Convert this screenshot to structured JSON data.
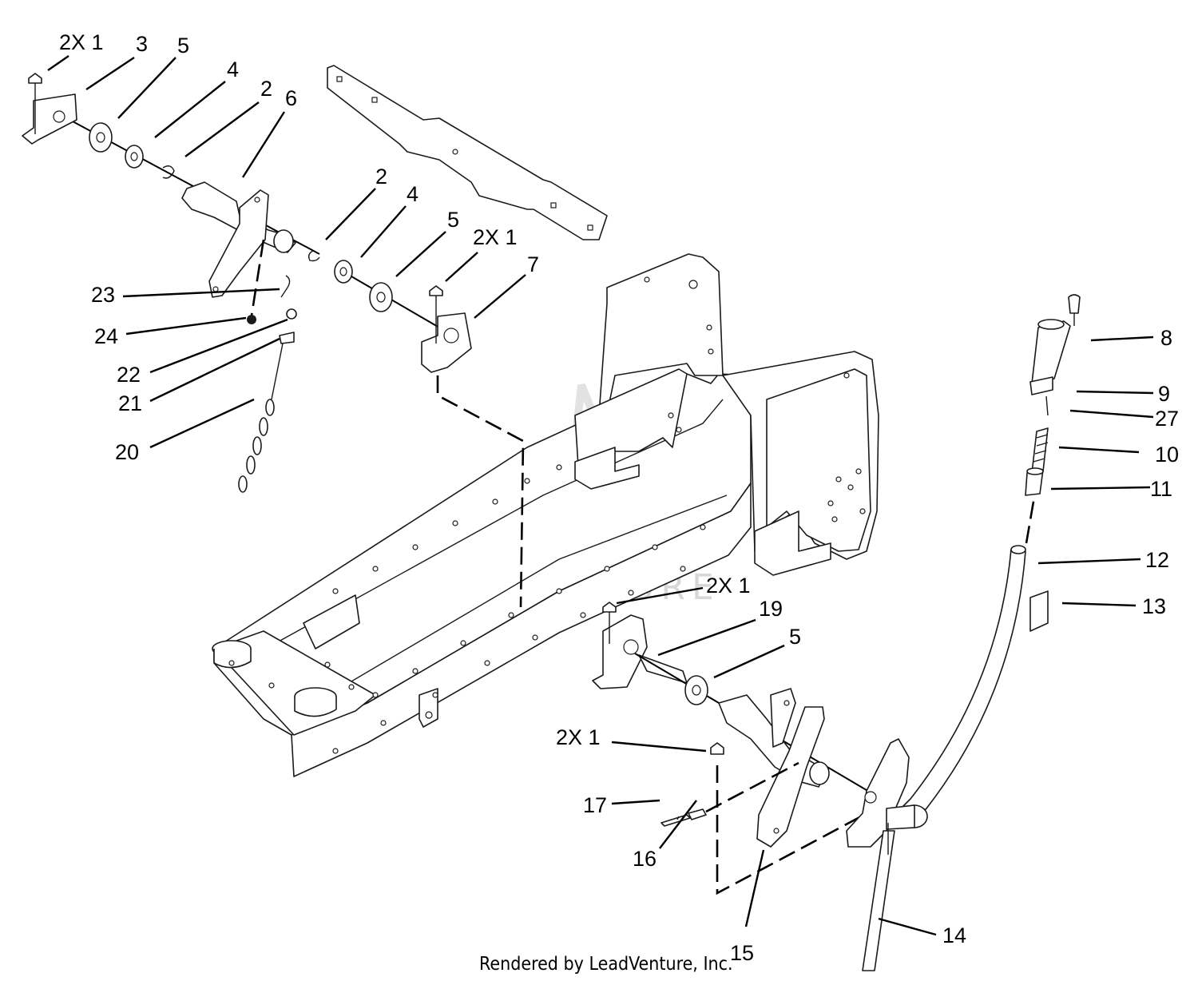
{
  "callouts": [
    {
      "id": "c-2x1-a",
      "text": "2X 1"
    },
    {
      "id": "c-3",
      "text": "3"
    },
    {
      "id": "c-5-a",
      "text": "5"
    },
    {
      "id": "c-4-a",
      "text": "4"
    },
    {
      "id": "c-2-a",
      "text": "2"
    },
    {
      "id": "c-6",
      "text": "6"
    },
    {
      "id": "c-2-b",
      "text": "2"
    },
    {
      "id": "c-4-b",
      "text": "4"
    },
    {
      "id": "c-5-b",
      "text": "5"
    },
    {
      "id": "c-2x1-b",
      "text": "2X 1"
    },
    {
      "id": "c-7",
      "text": "7"
    },
    {
      "id": "c-23",
      "text": "23"
    },
    {
      "id": "c-24",
      "text": "24"
    },
    {
      "id": "c-22",
      "text": "22"
    },
    {
      "id": "c-21",
      "text": "21"
    },
    {
      "id": "c-20",
      "text": "20"
    },
    {
      "id": "c-8",
      "text": "8"
    },
    {
      "id": "c-9",
      "text": "9"
    },
    {
      "id": "c-27",
      "text": "27"
    },
    {
      "id": "c-10",
      "text": "10"
    },
    {
      "id": "c-11",
      "text": "11"
    },
    {
      "id": "c-12",
      "text": "12"
    },
    {
      "id": "c-13",
      "text": "13"
    },
    {
      "id": "c-2x1-c",
      "text": "2X 1"
    },
    {
      "id": "c-19",
      "text": "19"
    },
    {
      "id": "c-5-c",
      "text": "5"
    },
    {
      "id": "c-2x1-d",
      "text": "2X 1"
    },
    {
      "id": "c-17",
      "text": "17"
    },
    {
      "id": "c-16",
      "text": "16"
    },
    {
      "id": "c-15",
      "text": "15"
    },
    {
      "id": "c-14",
      "text": "14"
    }
  ],
  "watermark": "LEADVENTURE",
  "credit": "Rendered by LeadVenture, Inc.",
  "colors": {
    "line": "#1a1a1a",
    "watermark": "#d8d8d8",
    "background": "#ffffff"
  }
}
